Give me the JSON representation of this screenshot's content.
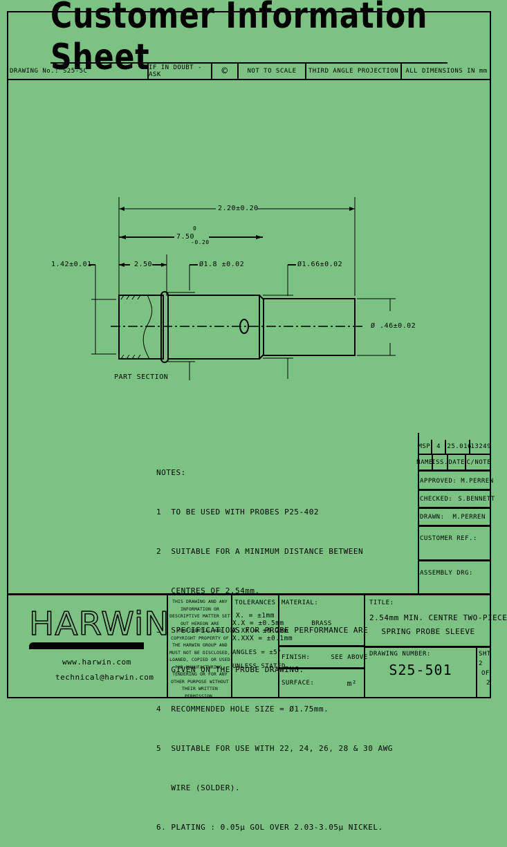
{
  "header": {
    "title": "Customer Information Sheet"
  },
  "info_strip": {
    "drawing_no": "DRAWING No.: S25-5C",
    "if_in_doubt": "IF IN DOUBT - ASK",
    "copyright_symbol": "©",
    "not_to_scale": "NOT TO SCALE",
    "projection": "THIRD ANGLE PROJECTION",
    "dimensions": "ALL DIMENSIONS IN mm"
  },
  "drawing": {
    "dim_overall": "2.20±0.20",
    "dim_length_value": "7.50",
    "dim_length_tol_upper": "0",
    "dim_length_tol_lower": "-0.20",
    "dim_section": "2.50",
    "dim_wall": "1.42±0.01",
    "dim_dia_body": "Ø1.8 ±0.02",
    "dim_dia_neck": "Ø1.66±0.02",
    "dim_dia_tail": "Ø .46±0.02",
    "part_section_label": "PART SECTION"
  },
  "notes": {
    "heading": "NOTES:",
    "items": [
      "1  TO BE USED WITH PROBES P25-402",
      "2  SUITABLE FOR A MINIMUM DISTANCE BETWEEN",
      "   CENTRES OF 2.54mm.",
      "3. SPECIFICATIONS FOR PROBE PERFORMANCE ARE",
      "   GIVEN ON THE PROBE DRAWING.",
      "4  RECOMMENDED HOLE SIZE = Ø1.75mm.",
      "5  SUITABLE FOR USE WITH 22, 24, 26, 28 & 30 AWG",
      "   WIRE (SOLDER).",
      "6. PLATING : 0.05µ GOL OVER 2.03-3.05µ NICKEL."
    ]
  },
  "revision": {
    "row": [
      "MSP",
      "4",
      "25.0",
      "16",
      "13249"
    ],
    "headers": [
      "NAME",
      "ISS.",
      "DATE",
      "C/NOTE"
    ]
  },
  "approvals": {
    "approved_label": "APPROVED:",
    "approved_value": "M.PERREN",
    "checked_label": "CHECKED:",
    "checked_value": "S.BENNETT",
    "drawn_label": "DRAWN:",
    "drawn_value": "M.PERREN",
    "customer_ref_label": "CUSTOMER REF.:",
    "assembly_label": "ASSEMBLY DRG:"
  },
  "title_block": {
    "logo": "HARWiN",
    "website": "www.harwin.com",
    "email": "technical@harwin.com",
    "confidentiality": "THIS DRAWING AND ANY INFORMATION OR DESCRIPTIVE MATTER SET OUT HEREON ARE CONFIDENTIAL AND COPYRIGHT PROPERTY OF THE HARWIN GROUP AND MUST NOT BE DISCLOSED, LOANED, COPIED OR USED FOR MANUFACTURING, TENDERING OR FOR ANY OTHER PURPOSE WITHOUT THEIR WRITTEN PERMISSION.",
    "tolerances_label": "TOLERANCES",
    "tolerances": [
      "X. = ±1mm",
      "X.X = ±0.5mm",
      "X.XX = ±0.2mm",
      "X.XXX = ±0.1mm"
    ],
    "angles": "ANGLES = ±5°",
    "unless_stated": "UNLESS STATED",
    "material_label": "MATERIAL:",
    "material_value": "BRASS",
    "finish_label": "FINISH:",
    "finish_value": "SEE ABOVE",
    "surface_label": "SURFACE:",
    "surface_value": "m²",
    "title_label": "TITLE:",
    "title_line1": "2.54mm MIN. CENTRE TWO-PIECE",
    "title_line2": "SPRING PROBE SLEEVE",
    "drawing_number_label": "DRAWING NUMBER:",
    "drawing_number": "S25-501",
    "sheet_label": "SHT",
    "sheet_num": "2",
    "sheet_of": "OF",
    "sheet_total": "2"
  }
}
